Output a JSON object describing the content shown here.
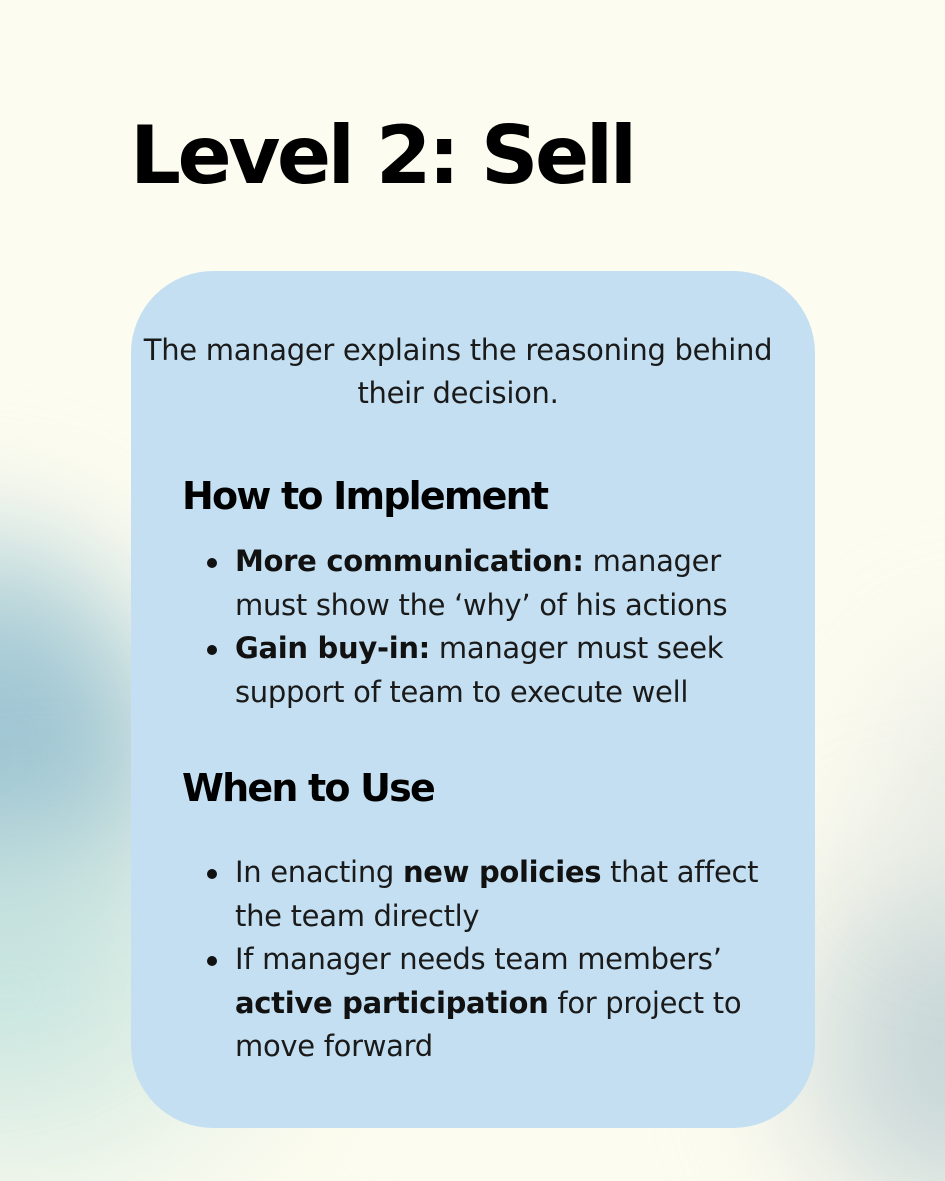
{
  "title": "Level 2: Sell",
  "intro": "The manager explains the reasoning behind their decision.",
  "implement": {
    "heading": "How to Implement",
    "items": [
      {
        "bold": "More communication:",
        "text": " manager must show the ‘why’ of his actions"
      },
      {
        "bold": "Gain buy-in:",
        "text": " manager must seek support of team to execute well"
      }
    ]
  },
  "when": {
    "heading": "When to Use",
    "items": [
      {
        "before": "In enacting ",
        "bold": "new policies",
        "after": " that affect the team directly"
      },
      {
        "before": "If manager needs team members’ ",
        "bold": "active participation",
        "after": " for project to move forward"
      }
    ]
  },
  "colors": {
    "background": "#fdfcf0",
    "card": "#c3dff1",
    "text": "#1a1a1a",
    "heading": "#000000"
  }
}
